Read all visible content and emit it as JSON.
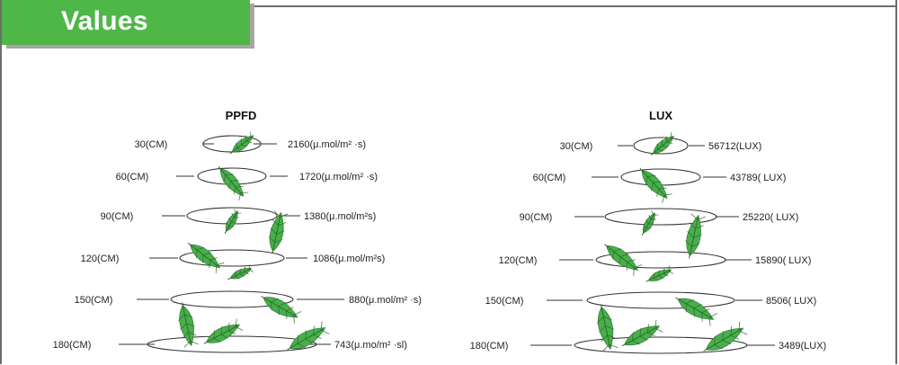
{
  "header": {
    "title": "Values"
  },
  "panels": [
    {
      "id": "ppfd",
      "title": "PPFD",
      "rows": [
        {
          "height": "30(CM)",
          "value": "2160(μ.mol/m² ·s)"
        },
        {
          "height": "60(CM)",
          "value": "1720(μ.mol/m² ·s)"
        },
        {
          "height": "90(CM)",
          "value": "1380(μ.mol/m²s)"
        },
        {
          "height": "120(CM)",
          "value": "1086(μ.mol/m²s)"
        },
        {
          "height": "150(CM)",
          "value": "880(μ.mol/m² ·s)"
        },
        {
          "height": "180(CM)",
          "value": "743(μ.mo/m² ·sl)"
        }
      ]
    },
    {
      "id": "lux",
      "title": "LUX",
      "rows": [
        {
          "height": "30(CM)",
          "value": "56712(LUX)"
        },
        {
          "height": "60(CM)",
          "value": "43789( LUX)"
        },
        {
          "height": "90(CM)",
          "value": "25220( LUX)"
        },
        {
          "height": "120(CM)",
          "value": "15890(  LUX)"
        },
        {
          "height": "150(CM)",
          "value": "8506(  LUX)"
        },
        {
          "height": "180(CM)",
          "value": "3489(LUX)"
        }
      ]
    }
  ],
  "colors": {
    "leaf": "#47b04a",
    "leaf_vein": "#2f6a2e",
    "banner": "#4fb748"
  },
  "icons": {
    "leaf": "leaf-icon"
  }
}
